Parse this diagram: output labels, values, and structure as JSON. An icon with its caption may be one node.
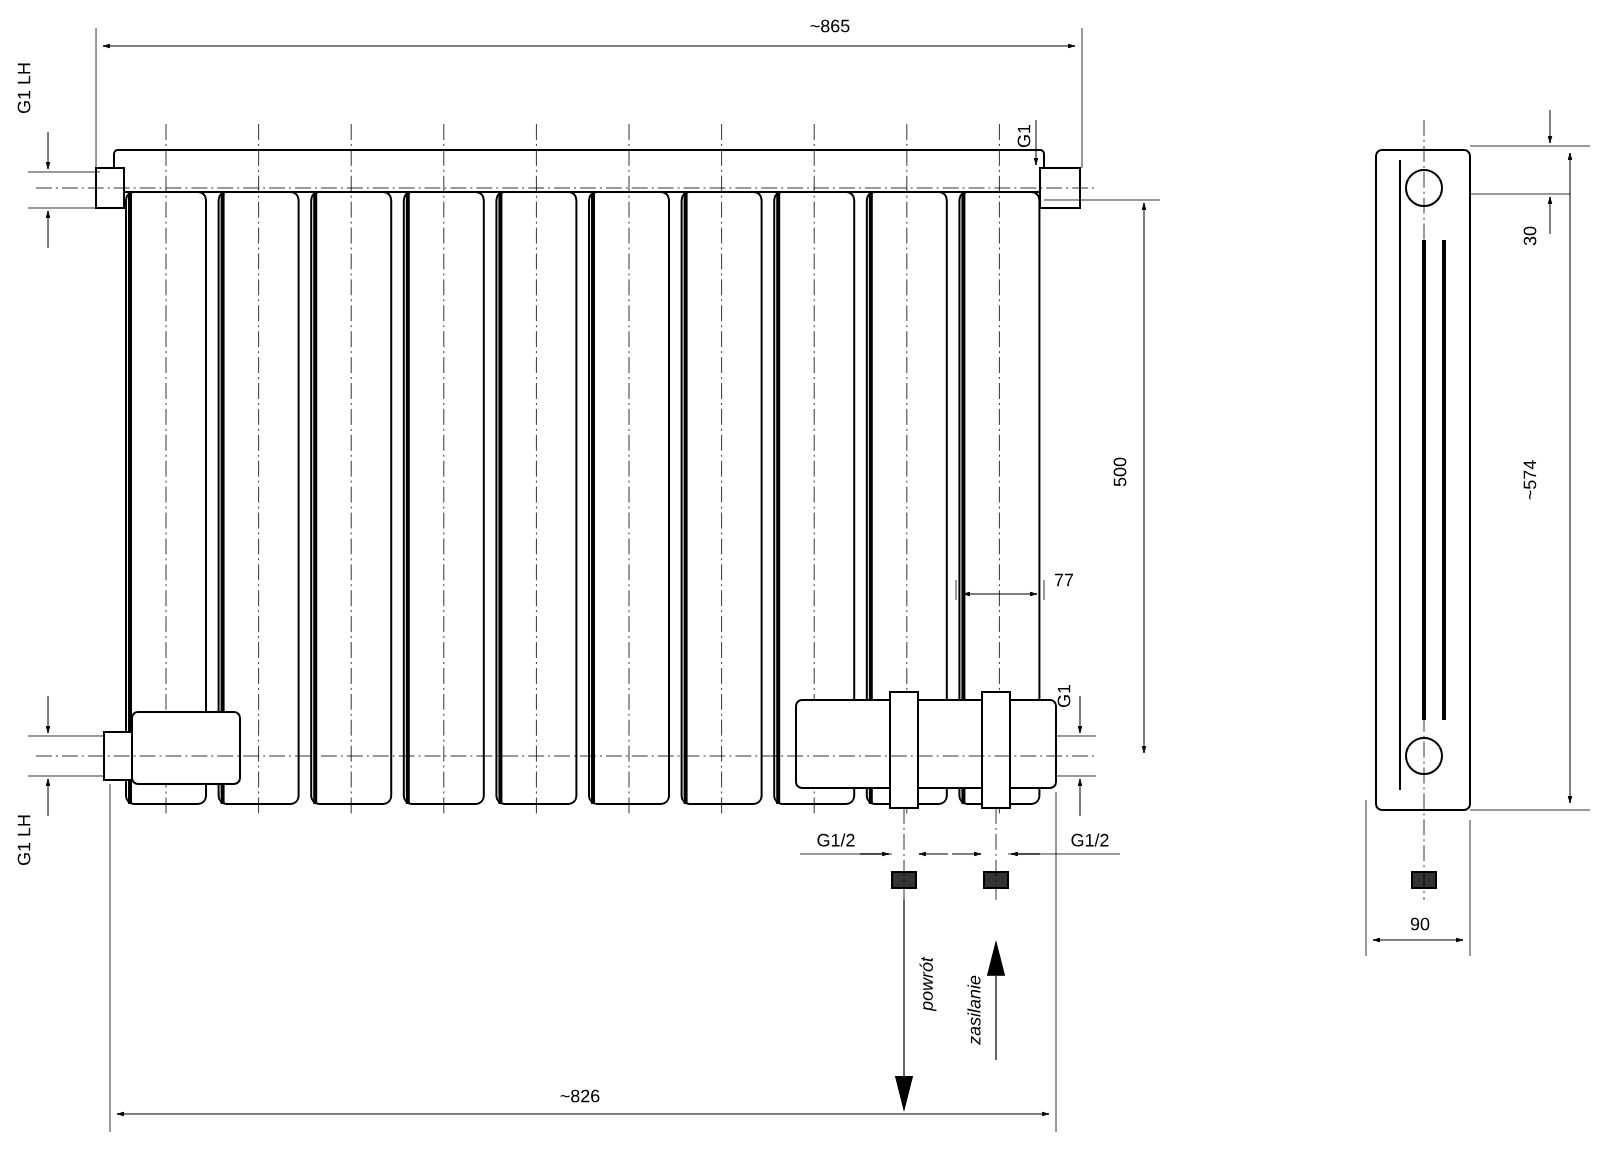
{
  "diagram": {
    "labels": [
      "~865",
      "G1 LH",
      "G1",
      "500",
      "77",
      "G1",
      "G1 LH",
      "G1/2",
      "G1/2",
      "powrót",
      "zasilanie",
      "~826",
      "30",
      "~574",
      "90"
    ]
  }
}
